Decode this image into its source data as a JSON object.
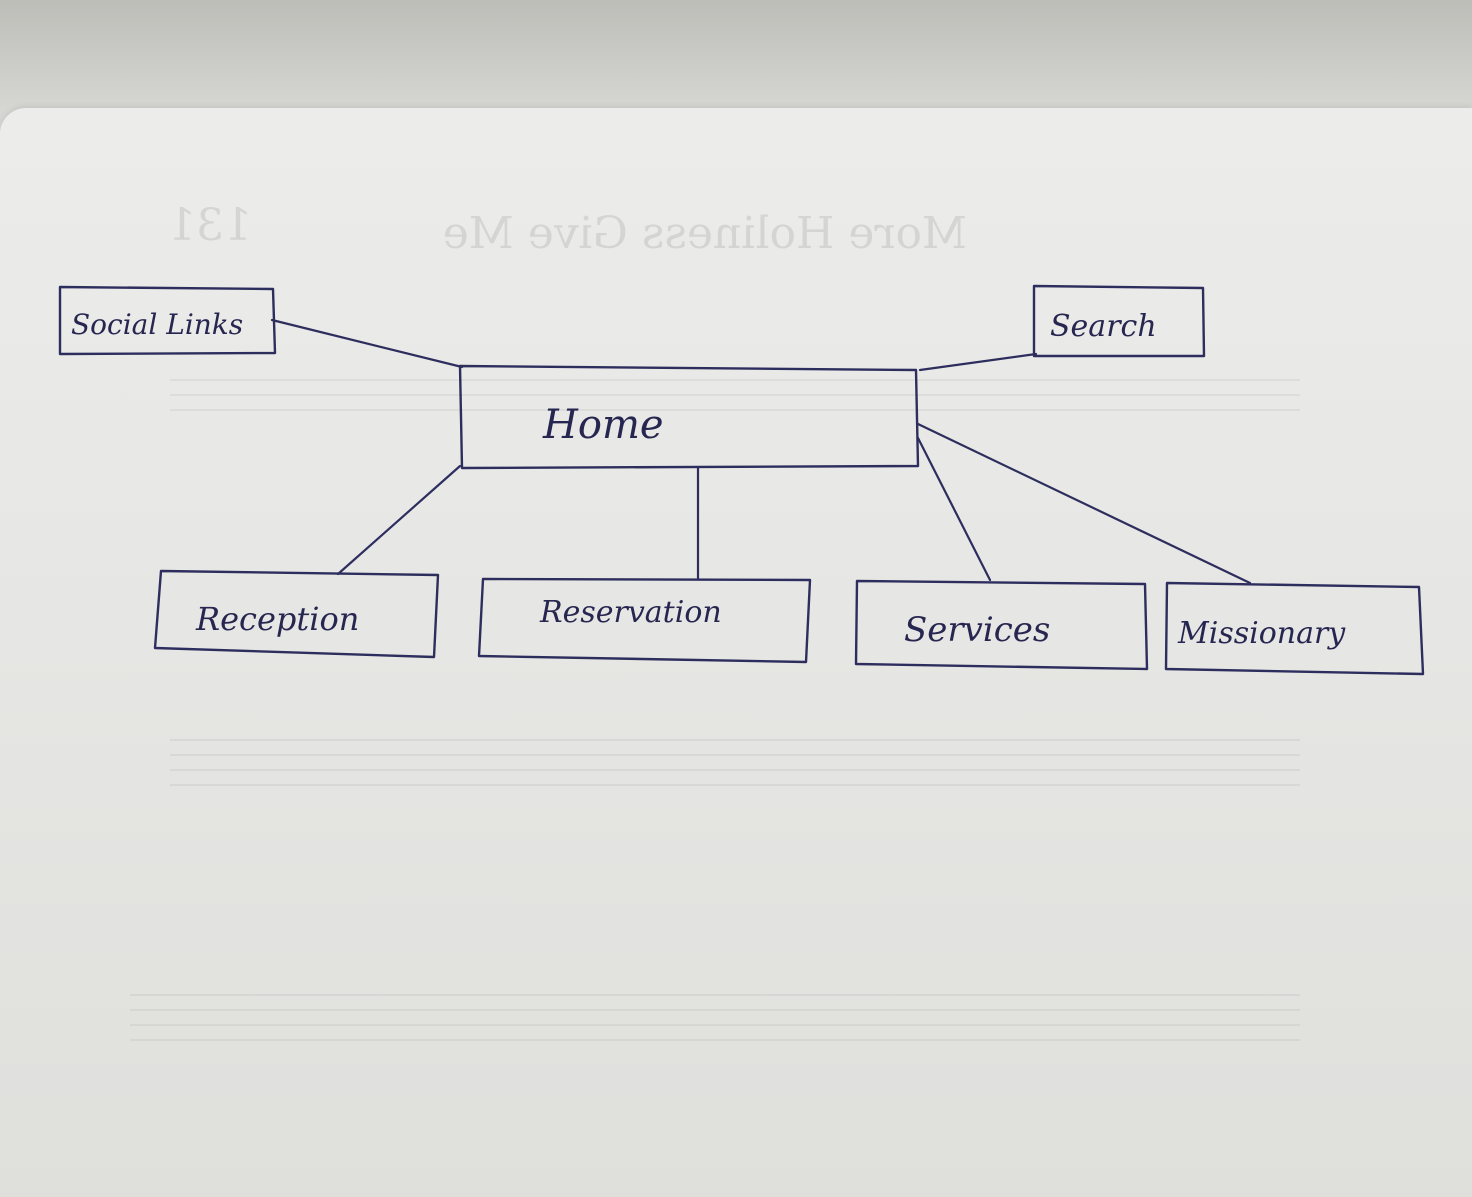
{
  "diagram": {
    "nodes": {
      "home": {
        "label": "Home"
      },
      "social_links": {
        "label": "Social Links"
      },
      "search": {
        "label": "Search"
      },
      "reception": {
        "label": "Reception"
      },
      "reservation": {
        "label": "Reservation"
      },
      "services": {
        "label": "Services"
      },
      "missionary": {
        "label": "Missionary"
      }
    },
    "edges": [
      {
        "from": "home",
        "to": "social_links"
      },
      {
        "from": "home",
        "to": "search"
      },
      {
        "from": "home",
        "to": "reception"
      },
      {
        "from": "home",
        "to": "reservation"
      },
      {
        "from": "home",
        "to": "services"
      },
      {
        "from": "home",
        "to": "missionary"
      }
    ],
    "ink_color": "#2e2e5e",
    "paper_color": "#e8e8e6"
  },
  "background_print": {
    "title": "More Holiness Give Me",
    "page_number": "131"
  }
}
